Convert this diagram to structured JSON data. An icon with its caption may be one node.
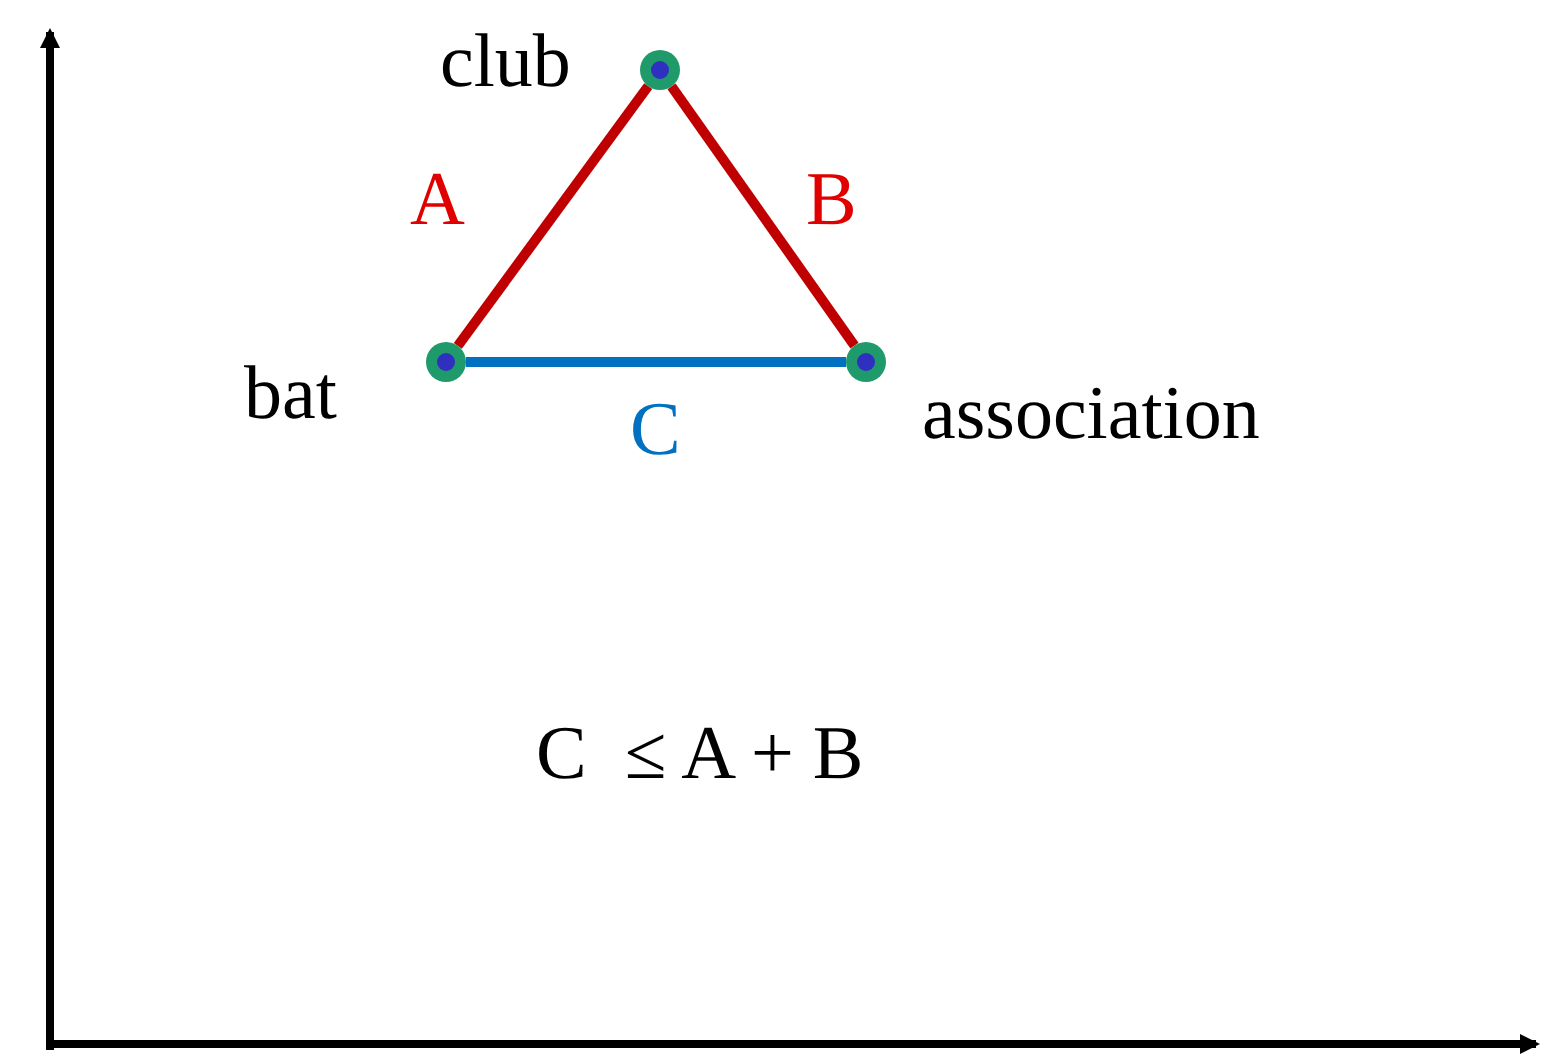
{
  "diagram": {
    "nodes": [
      {
        "text": [
          "club"
        ]
      },
      {
        "text": [
          "bat"
        ]
      },
      {
        "text": [
          "association"
        ]
      }
    ],
    "edges": [
      {
        "from": 0,
        "to": 1,
        "arrow": "none",
        "label": "A"
      },
      {
        "from": 0,
        "to": 2,
        "arrow": "none",
        "label": "B"
      },
      {
        "from": 1,
        "to": 2,
        "arrow": "none",
        "label": "C",
        "color": "#0070c0"
      }
    ],
    "labels": [
      "C  ≤ A + B"
    ]
  }
}
